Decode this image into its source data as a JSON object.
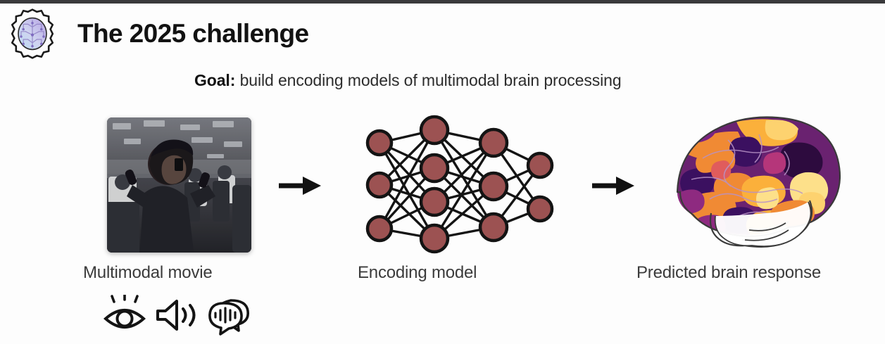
{
  "slide": {
    "title": "The 2025 challenge",
    "goal_label": "Goal:",
    "goal_text": " build encoding models of multimodal brain processing",
    "background_color": "#fdfdfd",
    "top_bar_color": "#3a3a3c"
  },
  "logo": {
    "name": "gear-brain-logo",
    "gear_color": "#1b1b1b",
    "brain_gradient_start": "#b9d7ef",
    "brain_gradient_end": "#b9a5e3"
  },
  "pipeline": {
    "stages": [
      {
        "key": "movie",
        "caption": "Multimodal movie",
        "visual": "movie-still-thumbnail"
      },
      {
        "key": "model",
        "caption": "Encoding model",
        "visual": "neural-network-diagram"
      },
      {
        "key": "brain",
        "caption": "Predicted brain response",
        "visual": "brain-surface-map"
      }
    ],
    "arrows": [
      {
        "name": "arrow-movie-to-model",
        "direction": "right"
      },
      {
        "name": "arrow-model-to-brain",
        "direction": "right"
      }
    ]
  },
  "network": {
    "layers": [
      3,
      4,
      3,
      2
    ],
    "node_fill": "#9c5252",
    "node_stroke": "#141414",
    "edge_color": "#141414"
  },
  "brain_map": {
    "colormap": "magma",
    "colors": [
      "#2d0b3e",
      "#4a1065",
      "#7b2382",
      "#b5367a",
      "#e05c5c",
      "#f4803a",
      "#fba33c",
      "#fdc964",
      "#fde08a"
    ],
    "outline_color": "#3a3a3a"
  },
  "modalities": [
    {
      "name": "eye-icon",
      "label": "vision"
    },
    {
      "name": "speaker-icon",
      "label": "audio"
    },
    {
      "name": "speech-bubbles-icon",
      "label": "language"
    }
  ]
}
